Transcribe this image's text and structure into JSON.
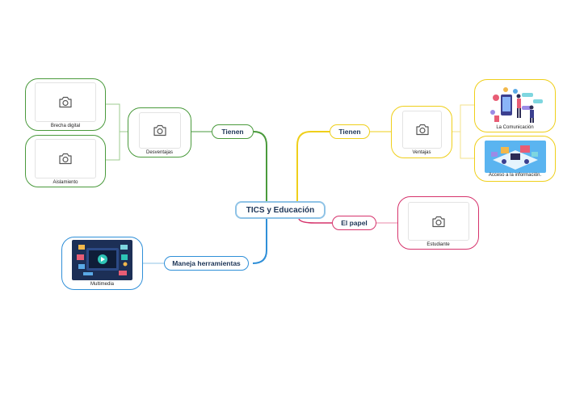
{
  "center": {
    "label": "TICS y Educación"
  },
  "branches": {
    "left_top": {
      "label": "Tienen",
      "color": "#4a9a3c"
    },
    "right_top": {
      "label": "Tienen",
      "color": "#efcf1a"
    },
    "right_bottom": {
      "label": "El papel",
      "color": "#d6336c"
    },
    "left_bottom": {
      "label": "Maneja herramientas",
      "color": "#2f8fd8"
    }
  },
  "nodes": {
    "desventajas": {
      "label": "Desventajas",
      "icon": "camera-icon"
    },
    "brecha": {
      "label": "Brecha digital",
      "icon": "camera-icon"
    },
    "aislamiento": {
      "label": "Aislamiento",
      "icon": "camera-icon"
    },
    "ventajas": {
      "label": "Ventajas",
      "icon": "camera-icon"
    },
    "comunicacion": {
      "label": "La Comunicación",
      "icon": "people-phone-illustration"
    },
    "acceso": {
      "label": "Acceso a la información.",
      "icon": "isometric-tech-illustration"
    },
    "estudiante": {
      "label": "Estudiante",
      "icon": "camera-icon"
    },
    "multimedia": {
      "label": "Multimedia",
      "icon": "multimedia-screen-illustration"
    }
  }
}
